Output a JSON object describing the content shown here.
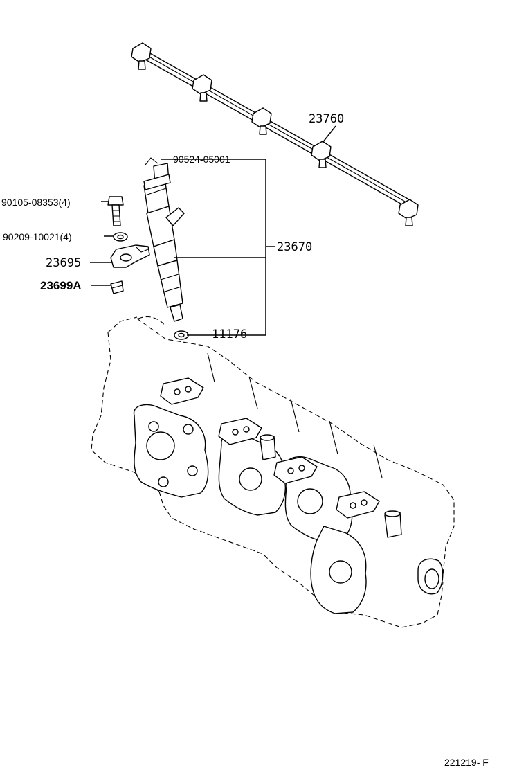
{
  "labels": {
    "rail": "23760",
    "clamp_bolt_code": "90524-05001",
    "bolt": "90105-08353(4)",
    "washer": "90209-10021(4)",
    "clamp": "23695",
    "holder": "23699A",
    "injector_assy": "23670",
    "gasket": "11176"
  },
  "diagram_code": "221219- F"
}
